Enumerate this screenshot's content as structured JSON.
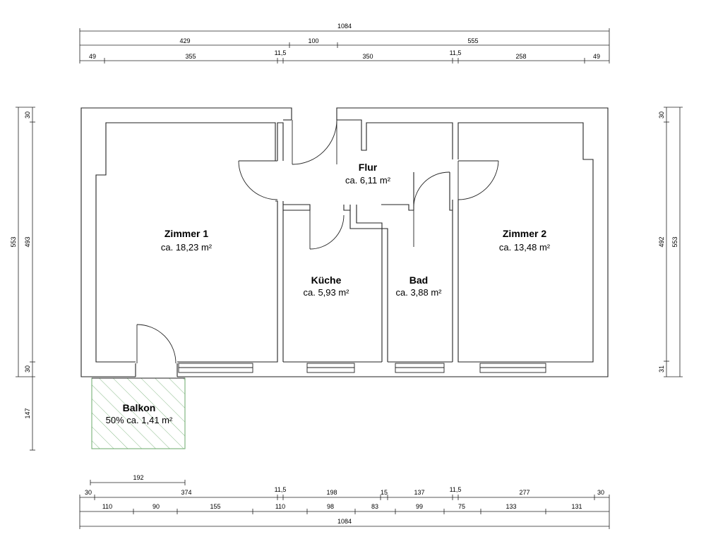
{
  "rooms": {
    "zimmer1": {
      "name": "Zimmer 1",
      "area": "ca. 18,23 m²"
    },
    "zimmer2": {
      "name": "Zimmer 2",
      "area": "ca. 13,48 m²"
    },
    "flur": {
      "name": "Flur",
      "area": "ca. 6,11 m²"
    },
    "kueche": {
      "name": "Küche",
      "area": "ca. 5,93 m²"
    },
    "bad": {
      "name": "Bad",
      "area": "ca. 3,88 m²"
    },
    "balkon": {
      "name": "Balkon",
      "area": "50% ca. 1,41 m²"
    }
  },
  "dimensions": {
    "top_total": "1084",
    "top_row1": [
      "429",
      "100",
      "555"
    ],
    "top_row2": [
      "49",
      "355",
      "11,5",
      "350",
      "11,5",
      "258",
      "49"
    ],
    "left_outer": "553",
    "left_inner": [
      "30",
      "493",
      "30",
      "147"
    ],
    "right_outer": "553",
    "right_inner": [
      "30",
      "492",
      "31"
    ],
    "bottom_balcony": "192",
    "bottom_row1": [
      "30",
      "374",
      "11,5",
      "198",
      "15",
      "137",
      "11,5",
      "277",
      "30"
    ],
    "bottom_row2": [
      "110",
      "90",
      "155",
      "110",
      "98",
      "83",
      "99",
      "75",
      "133",
      "131"
    ],
    "bottom_total": "1084"
  },
  "colors": {
    "wall": "#222222",
    "balcony_hatch": "#6aa86a"
  }
}
